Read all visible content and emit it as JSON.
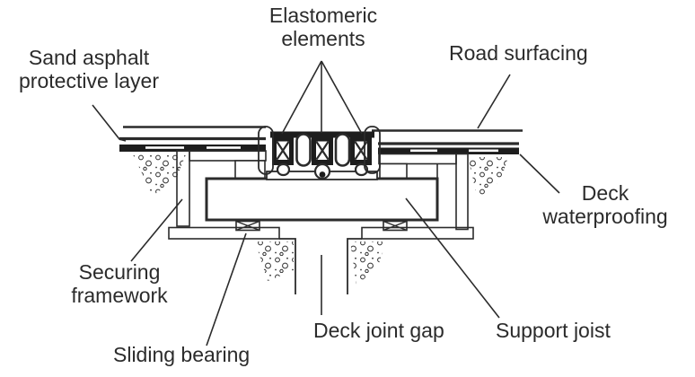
{
  "figure": {
    "type": "technical-cross-section-diagram",
    "labels": {
      "elastomeric_line1": "Elastomeric",
      "elastomeric_line2": "elements",
      "sand_asphalt_line1": "Sand asphalt",
      "sand_asphalt_line2": "protective layer",
      "road_surfacing": "Road surfacing",
      "deck_waterproofing_line1": "Deck",
      "deck_waterproofing_line2": "waterproofing",
      "securing_framework_line1": "Securing",
      "securing_framework_line2": "framework",
      "sliding_bearing": "Sliding bearing",
      "deck_joint_gap": "Deck joint gap",
      "support_joist": "Support joist"
    },
    "colors": {
      "line": "#2b2b2b",
      "element_fill": "#1d1d1d",
      "background": "#ffffff"
    }
  }
}
